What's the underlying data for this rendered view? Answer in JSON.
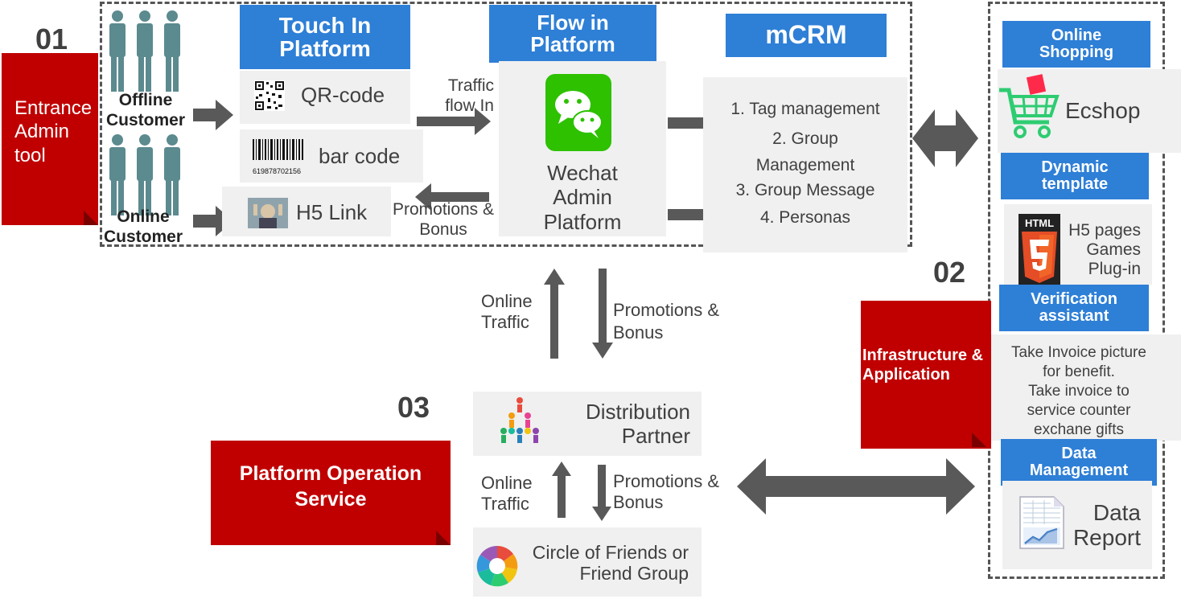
{
  "section_numbers": {
    "s01": "01",
    "s02": "02",
    "s03": "03"
  },
  "entrance": {
    "label": "Entrance Admin tool"
  },
  "customers": {
    "offline": "Offline Customer",
    "online": "Online Customer"
  },
  "touch_in": {
    "header": "Touch In Platform",
    "items": [
      "QR-code",
      "bar code",
      "H5 Link"
    ],
    "barcode_number": "619878702156"
  },
  "flow_in": {
    "header": "Flow in Platform",
    "traffic_label": "Traffic flow In",
    "promo_label": "Promotions & Bonus",
    "wechat_label": "Wechat Admin Platform"
  },
  "mcrm": {
    "header": "mCRM",
    "items": [
      "1. Tag management",
      "2. Group Management",
      "3. Group Message",
      "4. Personas"
    ]
  },
  "vertical_flow_top": {
    "up_label": "Online Traffic",
    "down_label": "Promotions & Bonus"
  },
  "vertical_flow_bottom": {
    "up_label": "Online Traffic",
    "down_label": "Promotions & Bonus"
  },
  "platform_operation": {
    "label": "Platform Operation Service"
  },
  "distribution": {
    "label": "Distribution Partner"
  },
  "circle": {
    "label": "Circle of Friends or Friend Group"
  },
  "infrastructure": {
    "label": "Infrastructure & Application"
  },
  "right_panel": {
    "online_shopping": "Online Shopping",
    "ecshop": "Ecshop",
    "dynamic_template": "Dynamic template",
    "html_badge": "HTML",
    "h5_items": [
      "H5 pages",
      "Games",
      "Plug-in"
    ],
    "verification": "Verification assistant",
    "verification_desc": [
      "Take Invoice picture",
      "for benefit.",
      "Take invoice to",
      "service counter",
      "exchane gifts"
    ],
    "data_management": "Data Management",
    "data_report": "Data Report"
  },
  "colors": {
    "accent_blue": "#2e7fd6",
    "brand_red": "#c00000",
    "wechat_green": "#2dc100",
    "arrow_grey": "#595959"
  }
}
